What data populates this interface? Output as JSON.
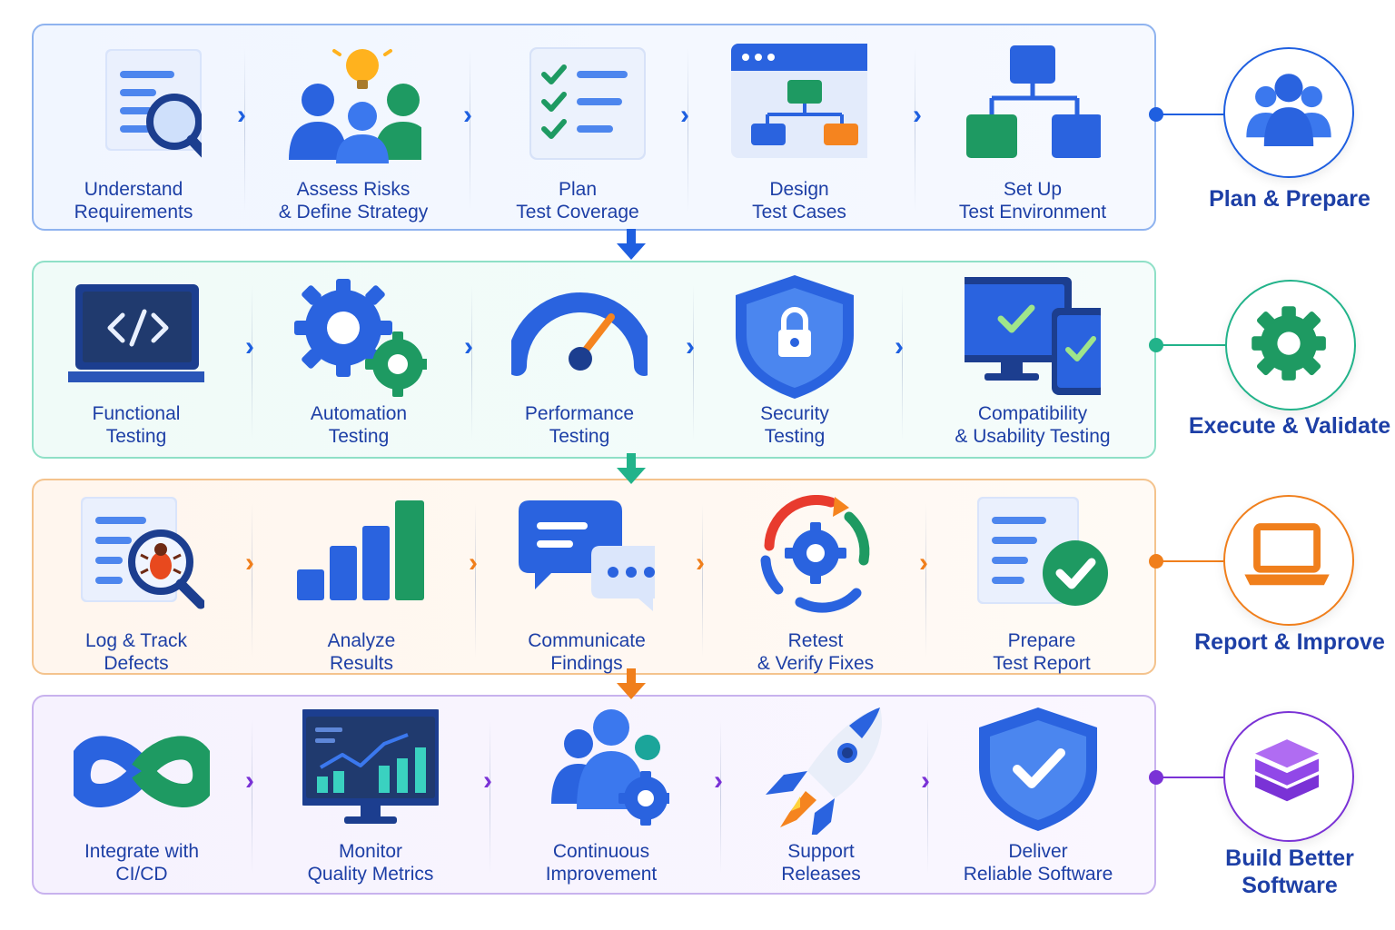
{
  "phases": [
    {
      "label": "Plan & Prepare",
      "color": "#1f5fe0",
      "icon": "team-icon",
      "steps": [
        {
          "line1": "Understand",
          "line2": "Requirements",
          "icon": "document-search-icon"
        },
        {
          "line1": "Assess Risks",
          "line2": "& Define Strategy",
          "icon": "team-idea-icon"
        },
        {
          "line1": "Plan",
          "line2": "Test Coverage",
          "icon": "checklist-icon"
        },
        {
          "line1": "Design",
          "line2": "Test Cases",
          "icon": "flow-window-icon"
        },
        {
          "line1": "Set Up",
          "line2": "Test Environment",
          "icon": "hierarchy-icon"
        }
      ]
    },
    {
      "label": "Execute & Validate",
      "color": "#22b38a",
      "icon": "gear-icon",
      "steps": [
        {
          "line1": "Functional",
          "line2": "Testing",
          "icon": "laptop-code-icon"
        },
        {
          "line1": "Automation",
          "line2": "Testing",
          "icon": "gears-icon"
        },
        {
          "line1": "Performance",
          "line2": "Testing",
          "icon": "speedometer-icon"
        },
        {
          "line1": "Security",
          "line2": "Testing",
          "icon": "shield-lock-icon"
        },
        {
          "line1": "Compatibility",
          "line2": "& Usability Testing",
          "icon": "devices-check-icon"
        }
      ]
    },
    {
      "label": "Report & Improve",
      "color": "#f07f1c",
      "icon": "laptop-icon",
      "steps": [
        {
          "line1": "Log & Track",
          "line2": "Defects",
          "icon": "bug-search-icon"
        },
        {
          "line1": "Analyze",
          "line2": "Results",
          "icon": "bar-chart-icon"
        },
        {
          "line1": "Communicate",
          "line2": "Findings",
          "icon": "chat-bubbles-icon"
        },
        {
          "line1": "Retest",
          "line2": "& Verify Fixes",
          "icon": "refresh-gear-icon"
        },
        {
          "line1": "Prepare",
          "line2": "Test Report",
          "icon": "report-check-icon"
        }
      ]
    },
    {
      "label_line1": "Build Better",
      "label_line2": "Software",
      "color": "#7a32d6",
      "icon": "layers-icon",
      "steps": [
        {
          "line1": "Integrate with",
          "line2": "CI/CD",
          "icon": "infinity-icon"
        },
        {
          "line1": "Monitor",
          "line2": "Quality Metrics",
          "icon": "monitor-chart-icon"
        },
        {
          "line1": "Continuous",
          "line2": "Improvement",
          "icon": "team-gear-icon"
        },
        {
          "line1": "Support",
          "line2": "Releases",
          "icon": "rocket-icon"
        },
        {
          "line1": "Deliver",
          "line2": "Reliable Software",
          "icon": "shield-check-icon"
        }
      ]
    }
  ]
}
